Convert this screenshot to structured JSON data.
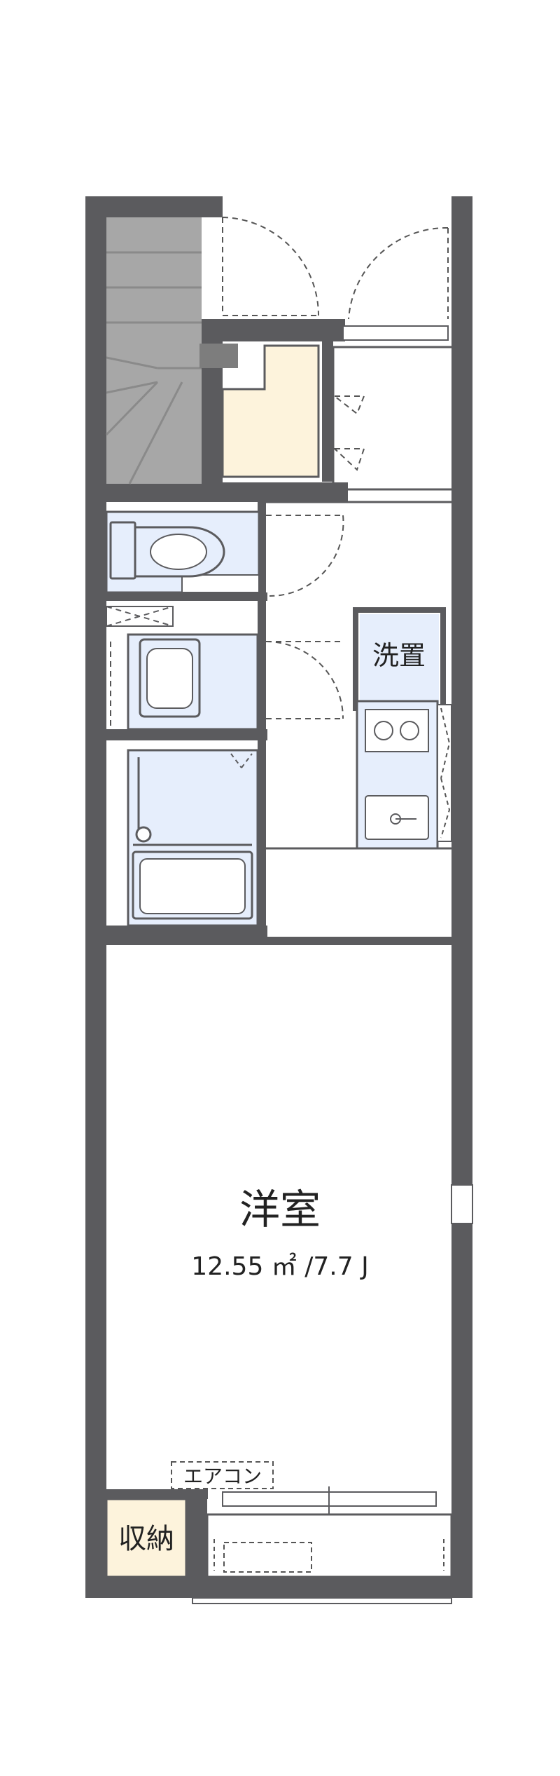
{
  "rooms": {
    "western_room": {
      "name": "洋室",
      "area": "12.55 ㎡ /7.7 J"
    },
    "storage": {
      "name": "収納"
    },
    "laundry": {
      "name": "洗置"
    },
    "aircon": {
      "name": "エアコン"
    }
  },
  "colors": {
    "wall": "#5b5b5e",
    "stair": "#a7a7a7",
    "wet_area": "#e6eefc",
    "accent_room": "#fdf3dc"
  },
  "icons": [
    "stair-icon",
    "toilet-icon",
    "washbasin-icon",
    "bathtub-icon",
    "stove-icon",
    "sink-icon",
    "door-swing-icon"
  ]
}
